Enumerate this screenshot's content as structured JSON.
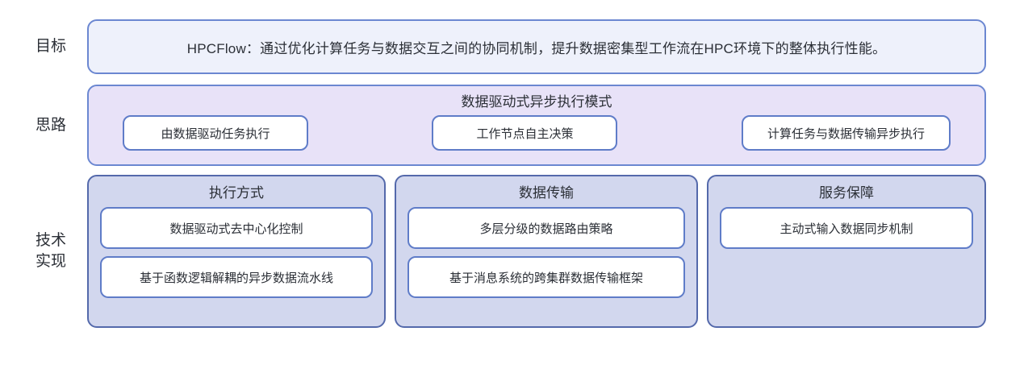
{
  "diagram": {
    "sections": [
      {
        "label": "目标",
        "title": "",
        "text": "HPCFlow：通过优化计算任务与数据交互之间的协同机制，提升数据密集型工作流在HPC环境下的整体执行性能。",
        "fill": "#eef1fb",
        "border": "#6b87d1"
      },
      {
        "label": "思路",
        "title": "数据驱动式异步执行模式",
        "items": [
          "由数据驱动任务执行",
          "工作节点自主决策",
          "计算任务与数据传输异步执行"
        ],
        "fill": "#e8e2f8",
        "border": "#6b87d1"
      },
      {
        "label": "技术\n实现",
        "columns": [
          {
            "title": "执行方式",
            "items": [
              "数据驱动式去中心化控制",
              "基于函数逻辑解耦的异步数据流水线"
            ]
          },
          {
            "title": "数据传输",
            "items": [
              "多层分级的数据路由策略",
              "基于消息系统的跨集群数据传输框架"
            ]
          },
          {
            "title": "服务保障",
            "items": [
              "主动式输入数据同步机制"
            ]
          }
        ],
        "fill": "#d2d7ee",
        "border": "#5469ab"
      }
    ],
    "colors": {
      "pill_fill": "#ffffff",
      "pill_border": "#5f7cc8",
      "text": "#2b2f36",
      "background": "#ffffff"
    }
  }
}
